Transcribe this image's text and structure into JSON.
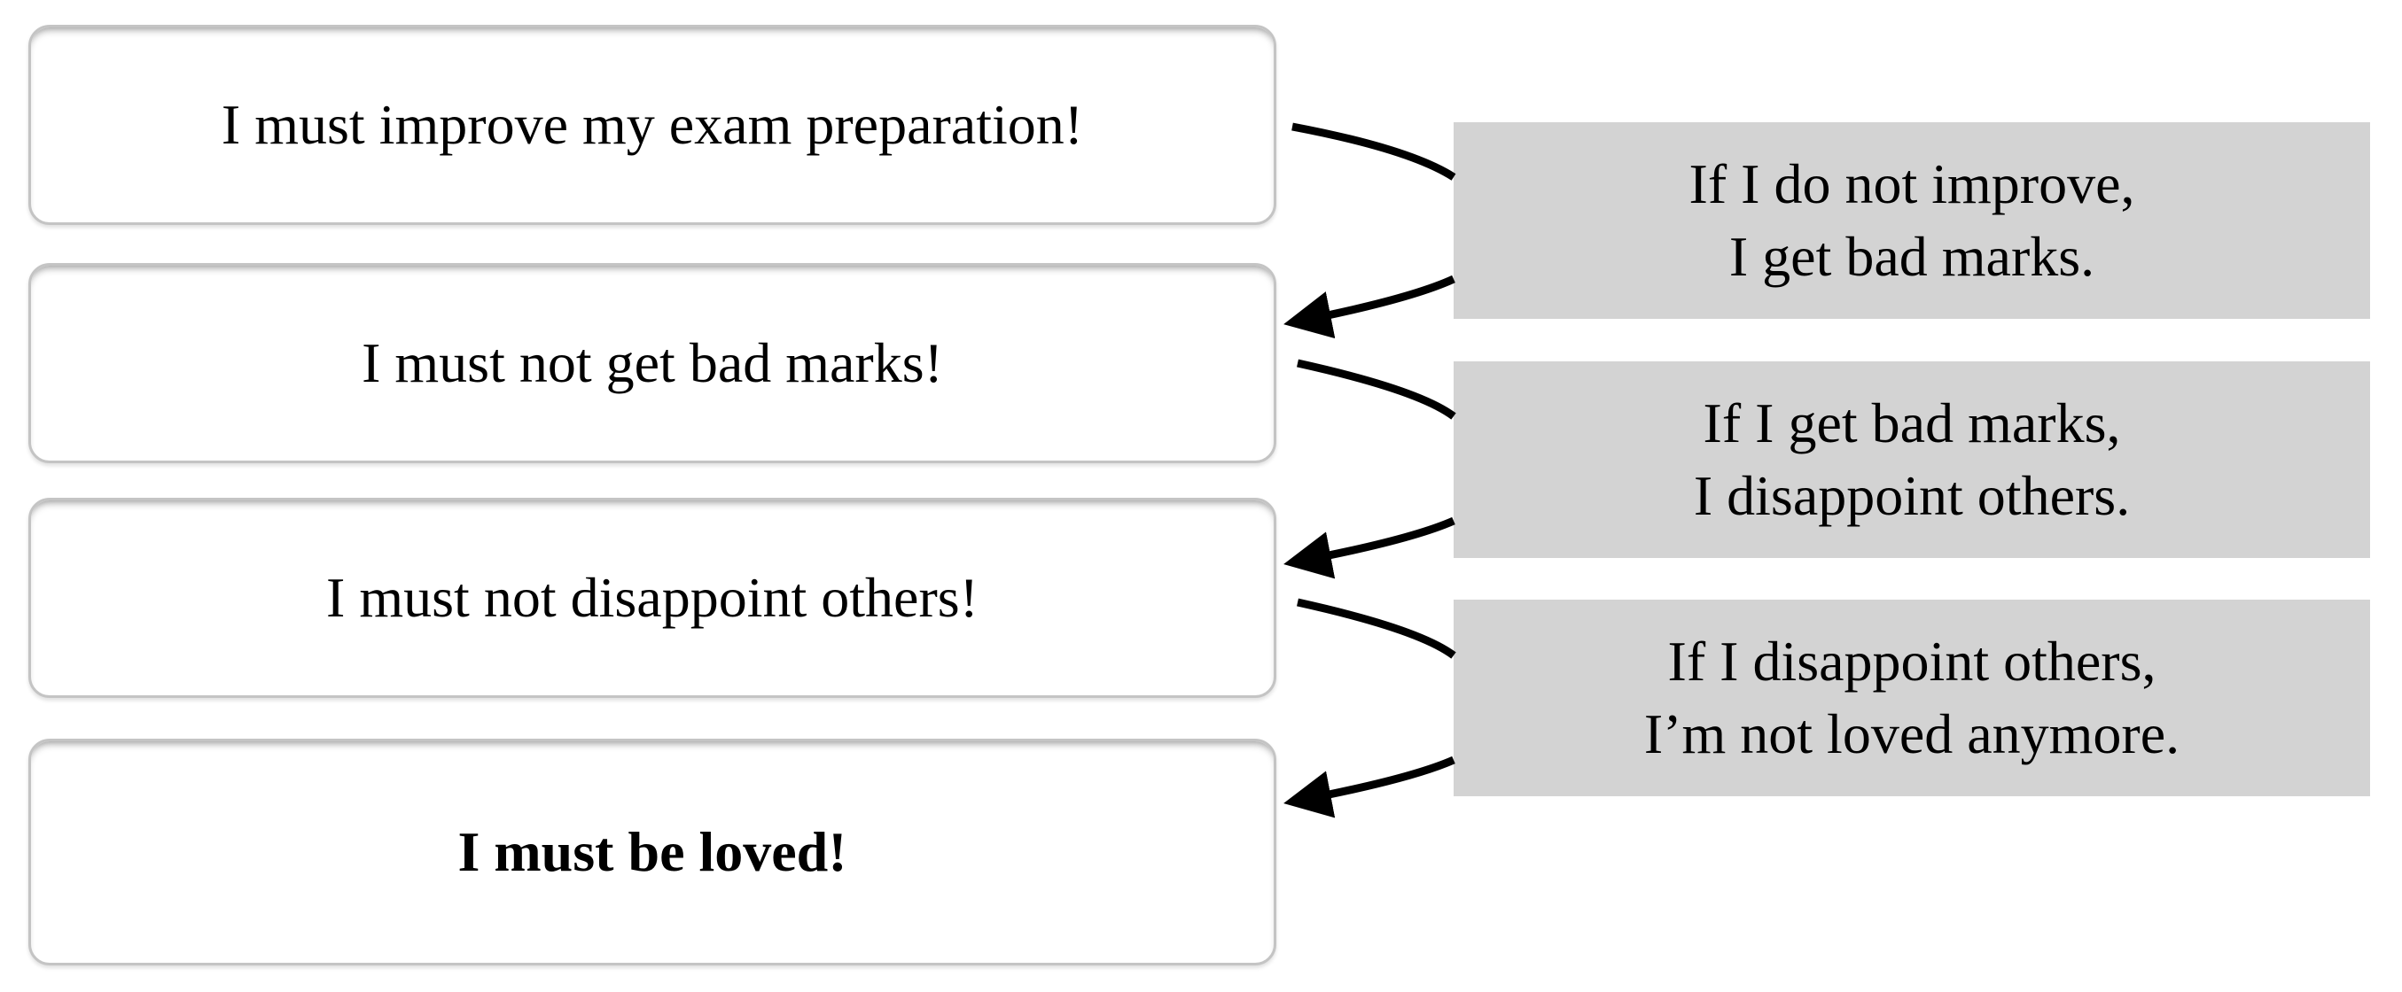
{
  "goals": [
    {
      "text": "I must improve my exam preparation!"
    },
    {
      "text": "I must not get bad marks!"
    },
    {
      "text": "I must not disappoint others!"
    },
    {
      "text": "I must be loved!"
    }
  ],
  "reasons": [
    {
      "line1": "If I do not improve,",
      "line2": "I get bad marks."
    },
    {
      "line1": "If I get bad marks,",
      "line2": "I disappoint others."
    },
    {
      "line1": "If I disappoint others,",
      "line2": "I’m not loved anymore."
    }
  ],
  "colors": {
    "reason_fill": "#d3d3d3",
    "goal_border": "#c4c4c4",
    "arrow": "#000000"
  }
}
